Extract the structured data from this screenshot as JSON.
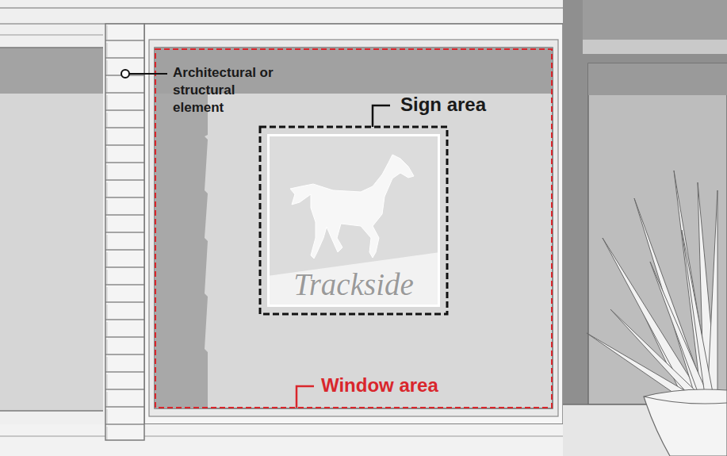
{
  "diagram": {
    "nodes": [
      {
        "text": [
          "Trackside"
        ]
      }
    ],
    "labels": [
      "Architectural or structural element",
      "Sign area",
      "Window area"
    ]
  }
}
